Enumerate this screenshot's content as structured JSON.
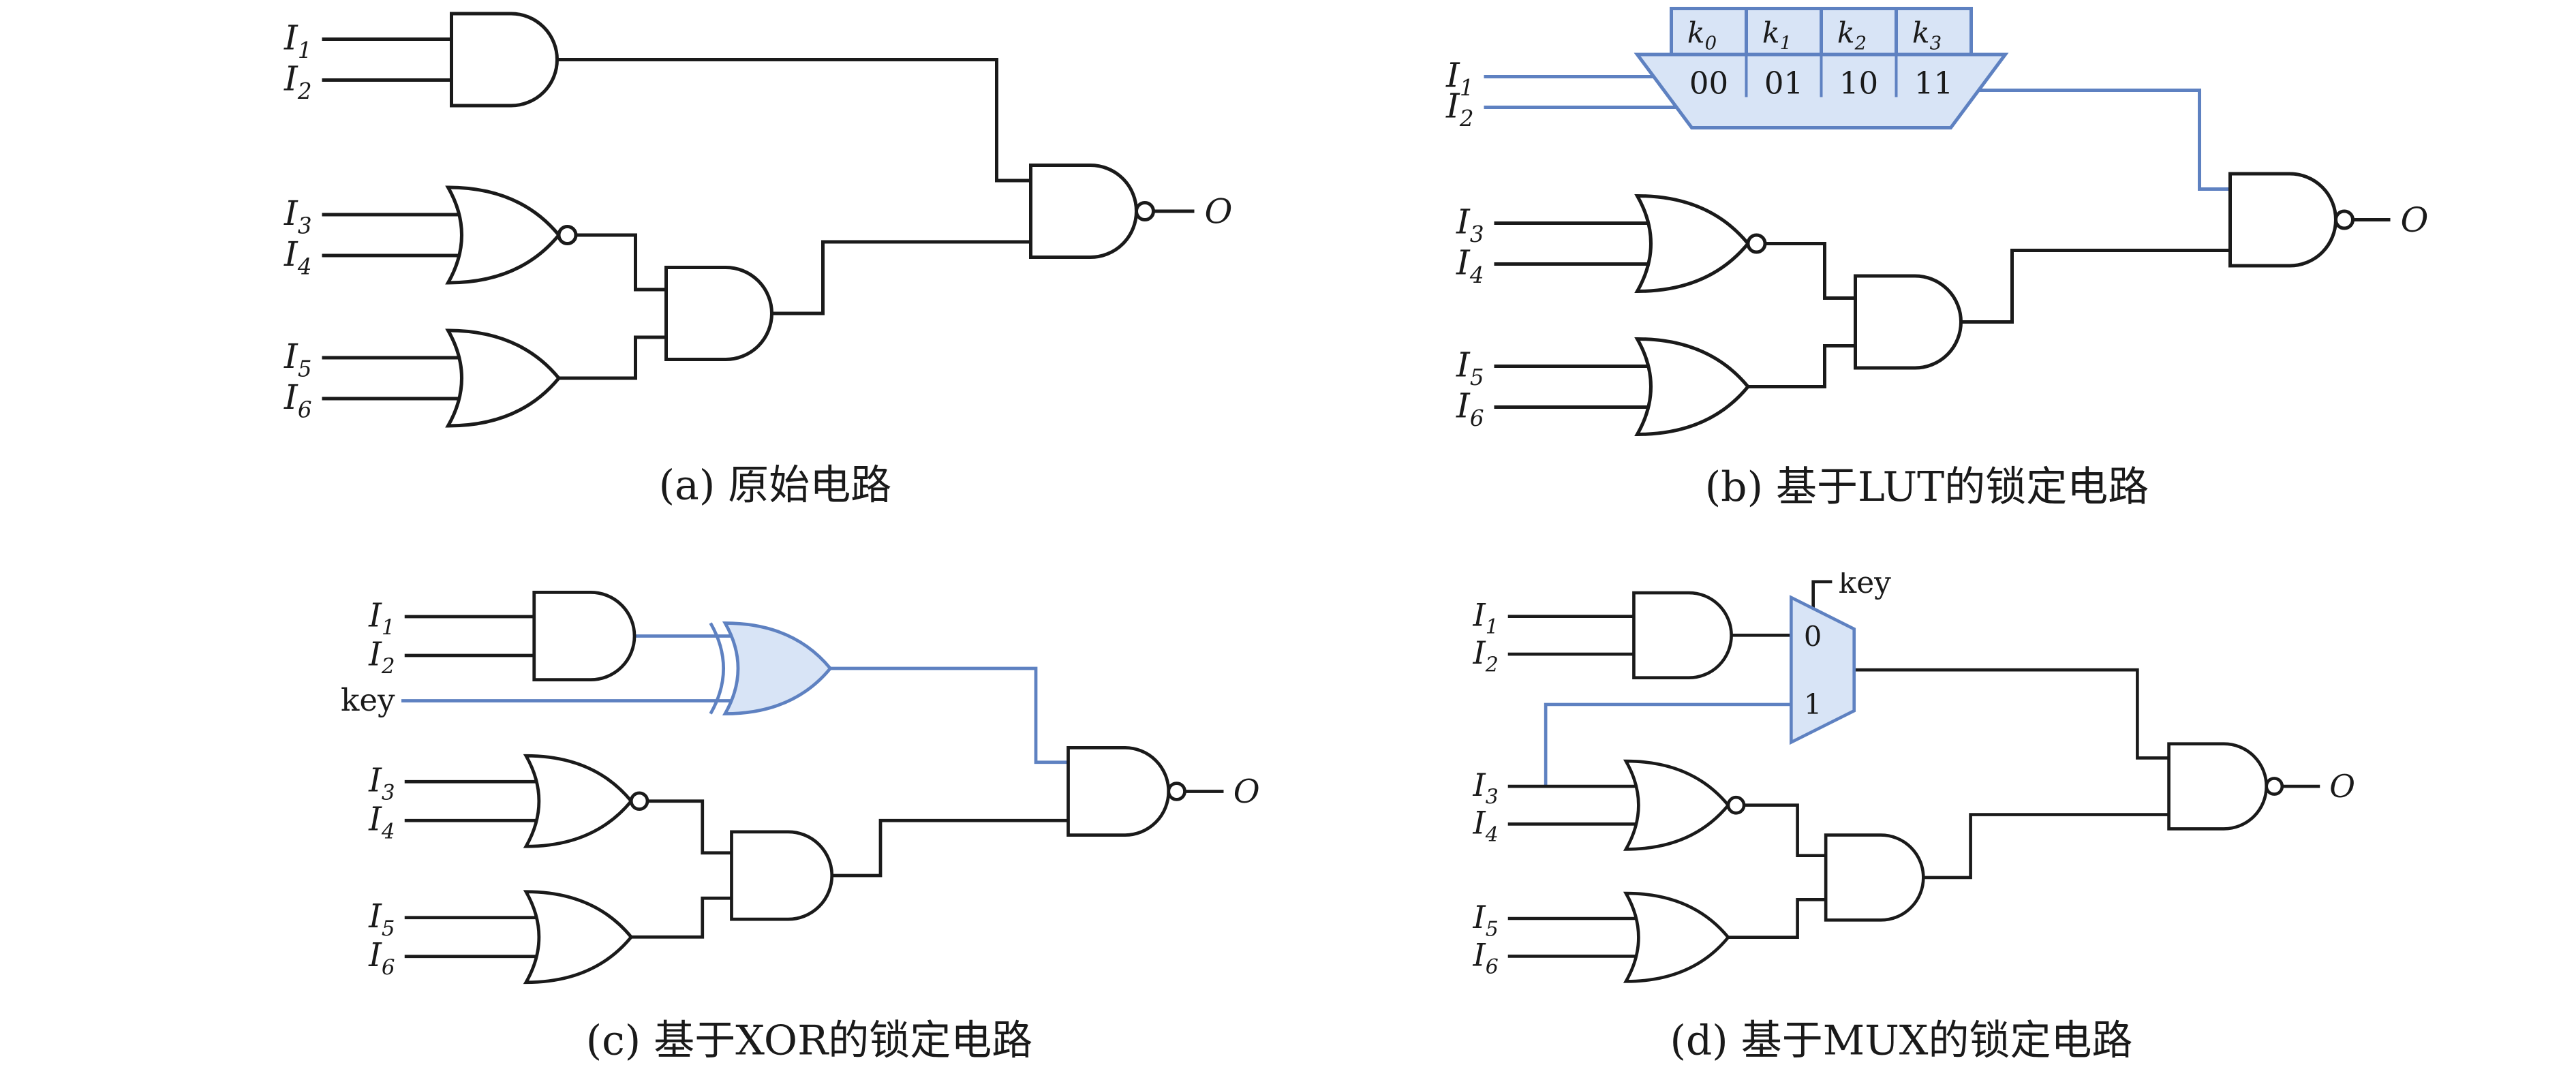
{
  "colors": {
    "ink": "#1a1a1a",
    "accent": "#5e81c1",
    "accent_fill": "#d8e4f6"
  },
  "labels": {
    "inputs": [
      {
        "base": "I",
        "sub": "1"
      },
      {
        "base": "I",
        "sub": "2"
      },
      {
        "base": "I",
        "sub": "3"
      },
      {
        "base": "I",
        "sub": "4"
      },
      {
        "base": "I",
        "sub": "5"
      },
      {
        "base": "I",
        "sub": "6"
      }
    ],
    "output": "O",
    "key": "key"
  },
  "panels": {
    "a": {
      "caption": "(a) 原始电路"
    },
    "b": {
      "caption": "(b) 基于LUT的锁定电路",
      "lut": {
        "keys": [
          {
            "base": "k",
            "sub": "0"
          },
          {
            "base": "k",
            "sub": "1"
          },
          {
            "base": "k",
            "sub": "2"
          },
          {
            "base": "k",
            "sub": "3"
          }
        ],
        "selects": [
          "00",
          "01",
          "10",
          "11"
        ]
      }
    },
    "c": {
      "caption": "(c) 基于XOR的锁定电路"
    },
    "d": {
      "caption": "(d) 基于MUX的锁定电路",
      "mux": {
        "in0": "0",
        "in1": "1"
      }
    }
  }
}
